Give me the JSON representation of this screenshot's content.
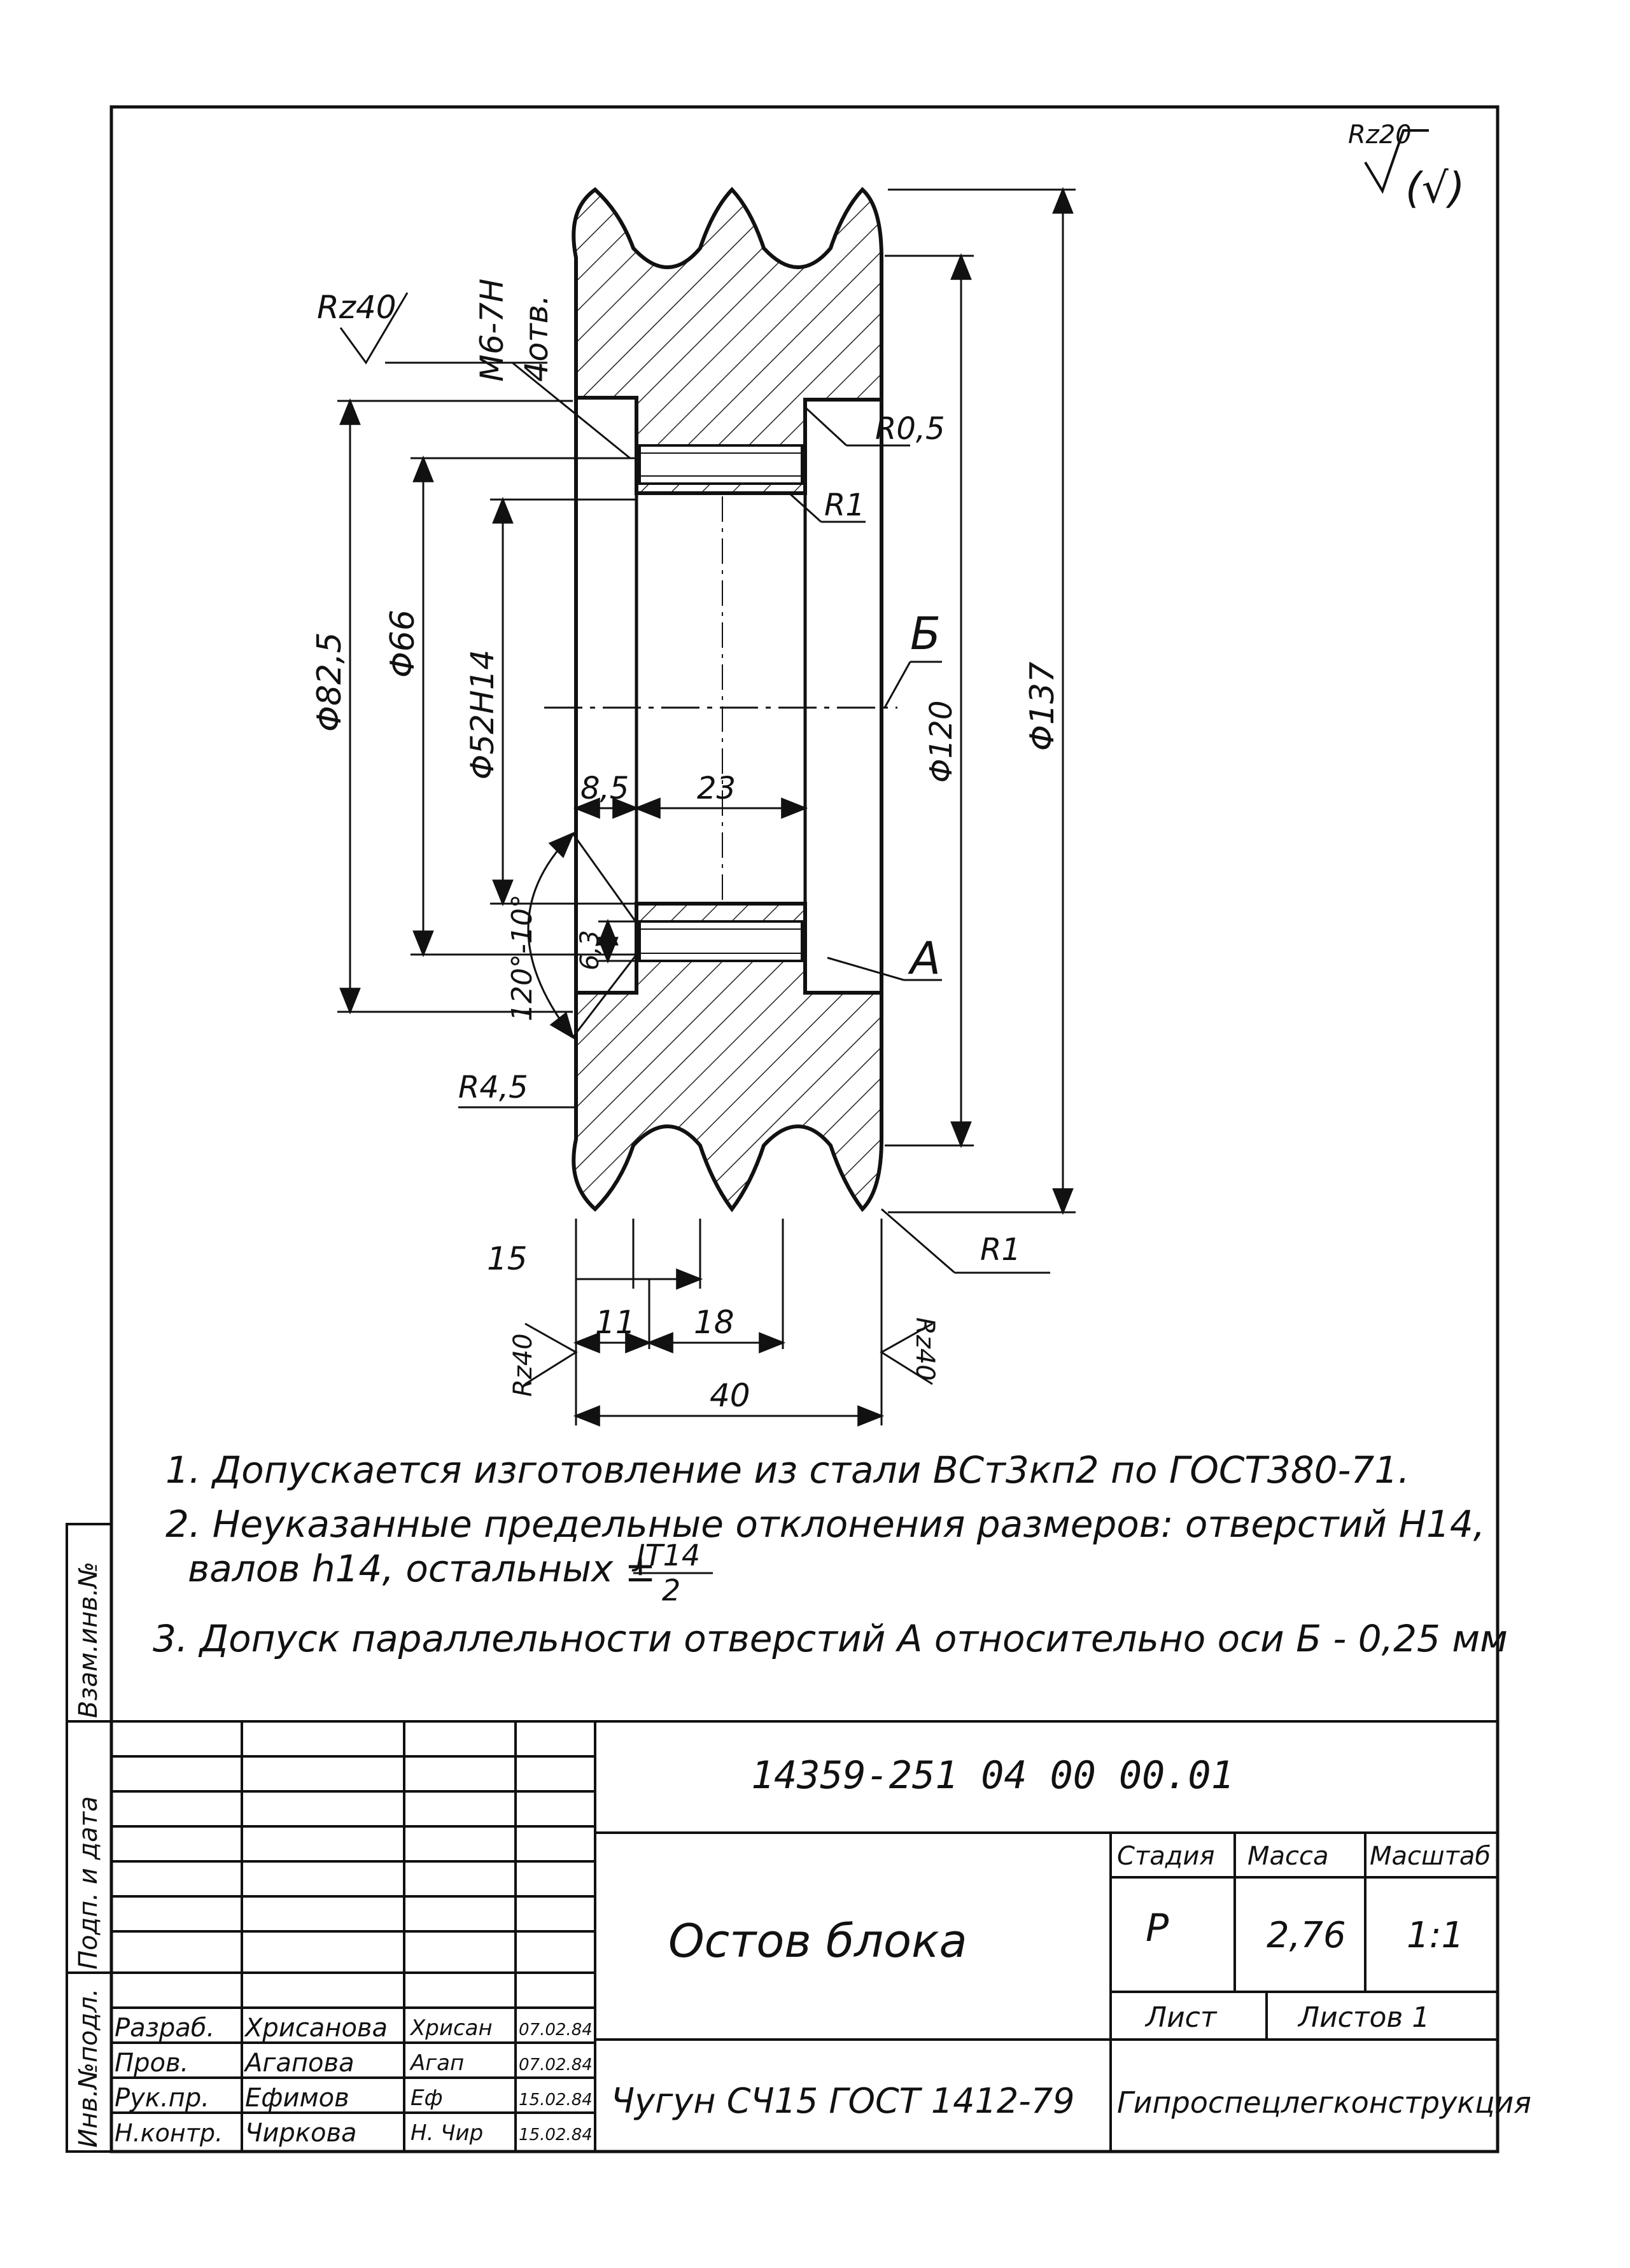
{
  "surface": {
    "main": "Rz20",
    "main_paren": "(√)",
    "rz40": "Rz40"
  },
  "thread": {
    "size": "M6-7H",
    "count": "4отв."
  },
  "dims": {
    "r05": "R0,5",
    "r1_top": "R1",
    "r1_bottom": "R1",
    "r45": "R4,5",
    "d825": "Φ82,5",
    "d66": "Φ66",
    "d52": "Φ52Н14",
    "d120": "Φ120",
    "d137": "Φ137",
    "d85": "8,5",
    "d23": "23",
    "d63": "6,3",
    "angle": "120°-10°",
    "d15": "15",
    "d11": "11",
    "d18": "18",
    "d40": "40",
    "label_b": "Б",
    "label_a": "А"
  },
  "notes": [
    "1. Допускается изготовление из стали ВСт3кп2 по ГОСТ380-71.",
    "2. Неуказанные предельные отклонения размеров: отверстий Н14,",
    "валов h14, остальных ±",
    "3. Допуск параллельности отверстий А относительно оси Б - 0,25 мм"
  ],
  "tolerance_fraction": {
    "top": "JT14",
    "bottom": "2"
  },
  "side_labels": [
    "Взам.инв.№",
    "Подп. и дата",
    "Инв.№подл."
  ],
  "title_block": {
    "doc_number": "14359-251 04 00 00.01",
    "title": "Остов блока",
    "material": "Чугун СЧ15 ГОСТ 1412-79",
    "headers": {
      "stage": "Стадия",
      "mass": "Масса",
      "scale": "Масштаб"
    },
    "values": {
      "stage": "Р",
      "mass": "2,76",
      "scale": "1:1"
    },
    "sheet_label": "Лист",
    "sheets_label": "Листов 1",
    "organization": "Гипроспецлегконструкция",
    "signatures": [
      {
        "role": "Разраб.",
        "name": "Хрисанова",
        "sign": "Хрисан",
        "date": "07.02.84"
      },
      {
        "role": "Пров.",
        "name": "Агапова",
        "sign": "Агап",
        "date": "07.02.84"
      },
      {
        "role": "Рук.пр.",
        "name": "Ефимов",
        "sign": "Еф",
        "date": "15.02.84"
      },
      {
        "role": "Н.контр.",
        "name": "Чиркова",
        "sign": "Н. Чир",
        "date": "15.02.84"
      }
    ]
  }
}
